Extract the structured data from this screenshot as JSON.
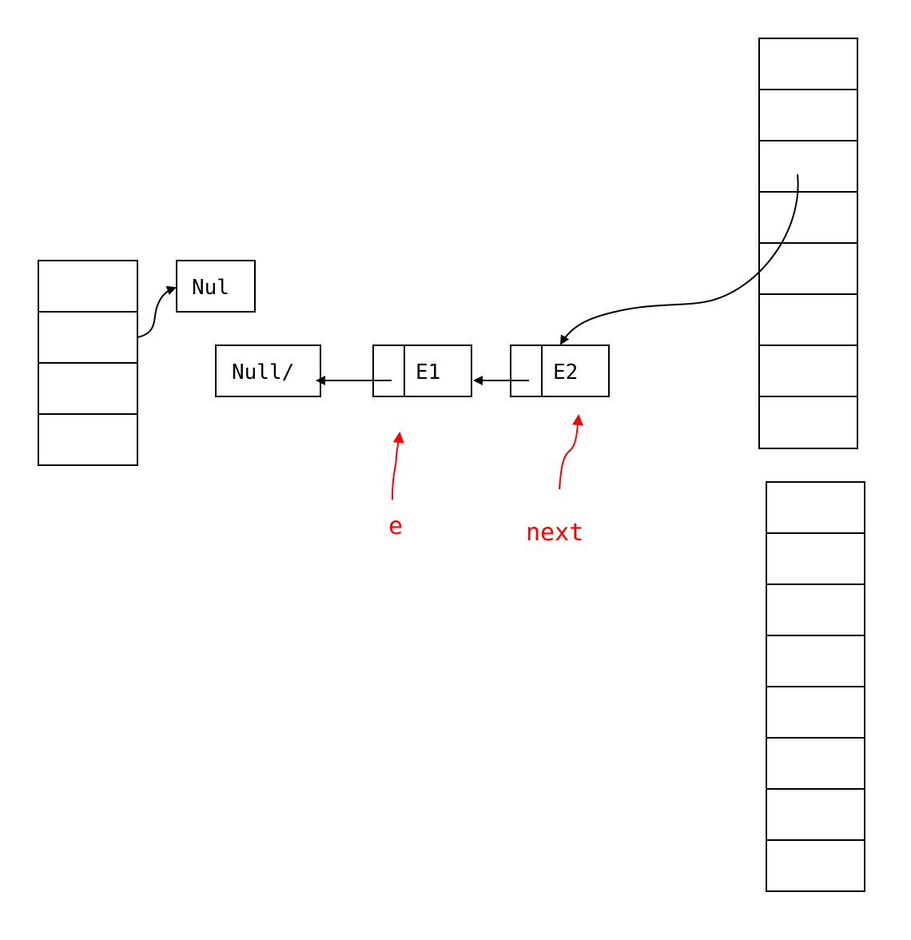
{
  "nodes": {
    "nul_box": "Nul",
    "null_box": "Null/",
    "e1": "E1",
    "e2": "E2"
  },
  "pointers": {
    "e": "e",
    "next": "next"
  },
  "tables": {
    "left_slots": 4,
    "right_top_slots": 8,
    "right_bottom_slots": 8
  },
  "colors": {
    "stroke": "#000000",
    "pointer": "#ff0000"
  }
}
